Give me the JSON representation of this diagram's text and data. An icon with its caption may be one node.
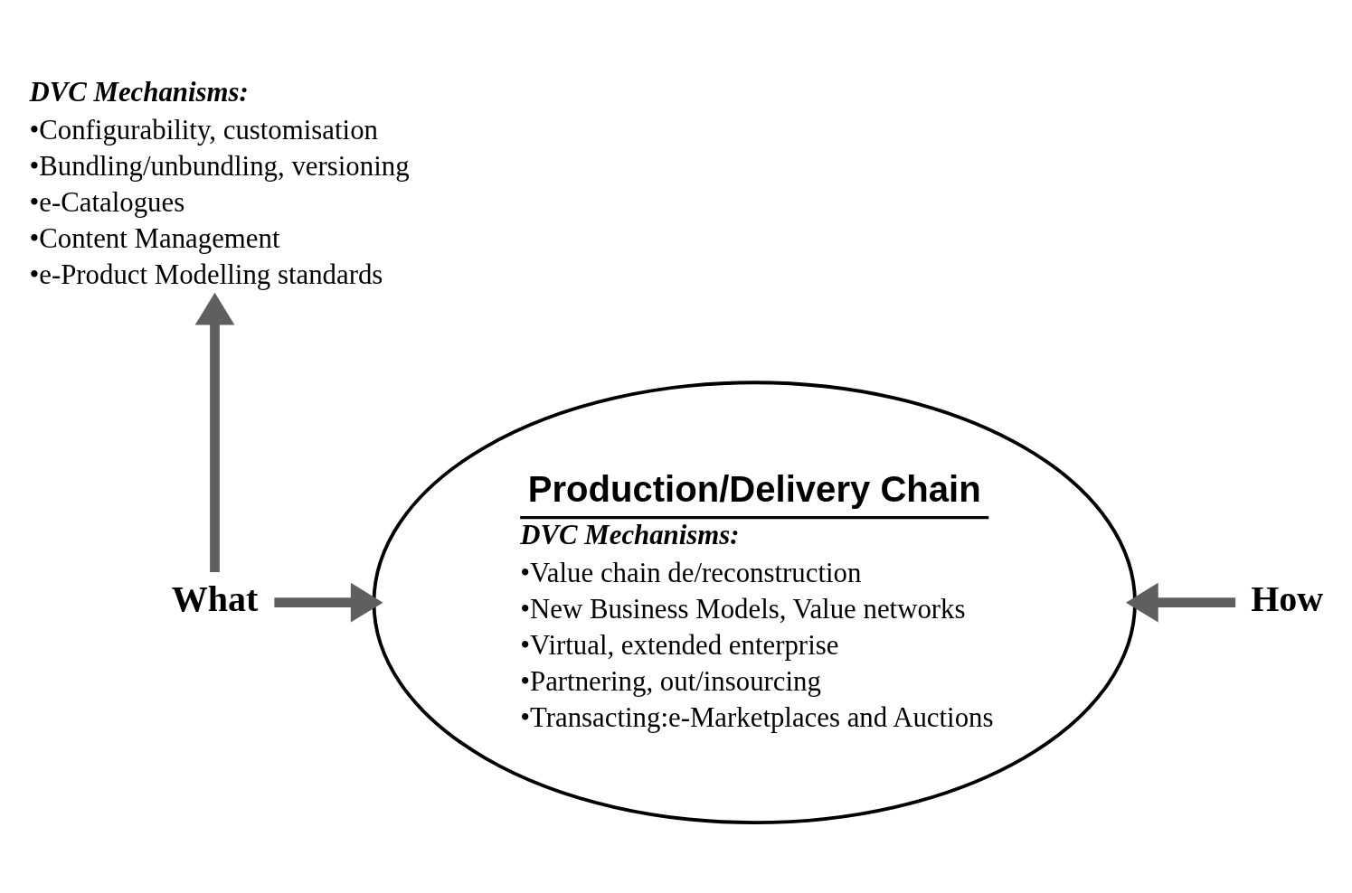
{
  "diagram": {
    "nodes": [
      {
        "text": [
          "DVC Mechanisms:",
          "•Configurability, customisation",
          "•Bundling/unbundling, versioning",
          "•e-Catalogues",
          "•Content Management",
          "•e-Product Modelling standards"
        ]
      },
      {
        "text": [
          "What"
        ]
      },
      {
        "text": [
          "Production/Delivery Chain",
          "DVC Mechanisms:",
          "•Value chain de/reconstruction",
          "•New Business Models, Value networks",
          "•Virtual, extended enterprise",
          "•Partnering, out/insourcing",
          "•Transacting:e-Marketplaces and Auctions"
        ]
      },
      {
        "text": [
          "How"
        ]
      }
    ],
    "edges": [
      {
        "from": 1,
        "to": 0,
        "arrow": "to"
      },
      {
        "from": 1,
        "to": 2,
        "arrow": "to"
      },
      {
        "from": 3,
        "to": 2,
        "arrow": "to"
      }
    ]
  }
}
